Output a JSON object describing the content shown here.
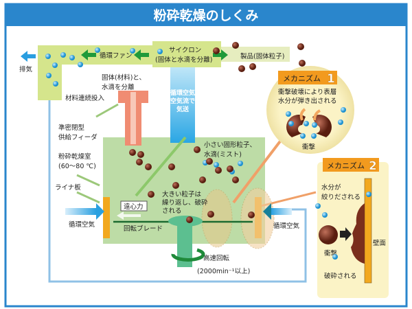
{
  "title": "粉砕乾燥のしくみ",
  "labels": {
    "exhaust": "排気",
    "fan": "循環ファン",
    "cyclone_1": "サイクロン",
    "cyclone_2": "(固体と水滴を分離)",
    "product": "製品(固体粒子)",
    "separate_1": "固体(材料)と、",
    "separate_2": "水滴を分離",
    "continuous_feed": "材料連続投入",
    "feeder_1": "準密閉型",
    "feeder_2": "供給フィーダ",
    "chamber_1": "粉砕乾燥室",
    "chamber_2": "(60〜80 ℃)",
    "liner": "ライナ板",
    "circ_air_left": "循環空気",
    "circ_air_right": "循環空気",
    "centrifugal": "遠心力",
    "large_1": "大きい粒子は",
    "large_2": "繰り返し、破砕",
    "large_3": "される",
    "blade": "回転ブレード",
    "small_1": "小さい固形粒子、",
    "small_2": "水滴(ミスト)",
    "rotation": "高速回転",
    "rpm": "(2000min⁻¹以上)",
    "column_1": "循環空気",
    "column_2": "空気流で",
    "column_3": "気送"
  },
  "mechanism1": {
    "label": "メカニズム",
    "number": "1",
    "desc_1": "衝撃破壊により表層",
    "desc_2": "水分が弾き出される",
    "impact": "衝撃"
  },
  "mechanism2": {
    "label": "メカニズム",
    "number": "2",
    "desc_1": "水分が",
    "desc_2": "絞りだされる",
    "impact": "衝撃",
    "crushed": "破砕される",
    "wall": "壁面"
  },
  "colors": {
    "frame": "#2a86cc",
    "band": "#d5e58c",
    "chamber": "#bddca6",
    "mech_label": "#f29a1e",
    "mech_bg": "#fbf3c6",
    "particle": "#7a2e1c",
    "droplet": "#3aa8e0"
  }
}
